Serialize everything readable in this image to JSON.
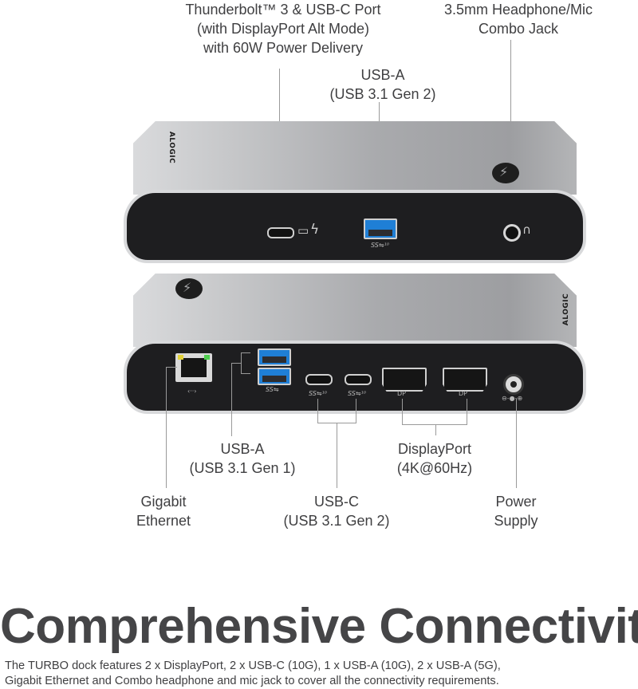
{
  "front_callouts": {
    "thunderbolt": {
      "line1": "Thunderbolt™ 3 & USB-C Port",
      "line2": "(with DisplayPort Alt Mode)",
      "line3": "with 60W Power Delivery"
    },
    "usb_a": {
      "line1": "USB-A",
      "line2": "(USB 3.1 Gen 2)"
    },
    "audio": {
      "line1": "3.5mm Headphone/Mic",
      "line2": "Combo Jack"
    }
  },
  "rear_callouts": {
    "ethernet": {
      "line1": "Gigabit",
      "line2": "Ethernet"
    },
    "usb_a": {
      "line1": "USB-A",
      "line2": "(USB 3.1 Gen 1)"
    },
    "usb_c": {
      "line1": "USB-C",
      "line2": "(USB 3.1 Gen 2)"
    },
    "displayport": {
      "line1": "DisplayPort",
      "line2": "(4K@60Hz)"
    },
    "power": {
      "line1": "Power",
      "line2": "Supply"
    }
  },
  "device_markings": {
    "brand": "ALOGIC",
    "ss_usb": "SS⇋",
    "ss_usb_10": "SS⇋¹⁰",
    "dp1": "DP",
    "dp2": "DP",
    "ethernet_symbol": "‹··›",
    "dc_symbol": "⊖-●-⊕",
    "tm": "TM"
  },
  "icons": {
    "laptop": "▭",
    "bolt": "ϟ",
    "headset": "🎧"
  },
  "colors": {
    "text": "#3f3f41",
    "usb3_blue": "#1f7fd6",
    "dock_silver": "#b0b1b3",
    "dock_front": "#1e1e20",
    "led_yellow": "#e3d23a",
    "led_green": "#4fce4f"
  },
  "headline": "Comprehensive Connectivity",
  "description": {
    "line1": "The TURBO dock features 2 x DisplayPort, 2 x USB-C (10G), 1 x USB-A (10G), 2 x USB-A (5G),",
    "line2": "Gigabit Ethernet and Combo headphone and mic jack to cover all the connectivity requirements."
  }
}
